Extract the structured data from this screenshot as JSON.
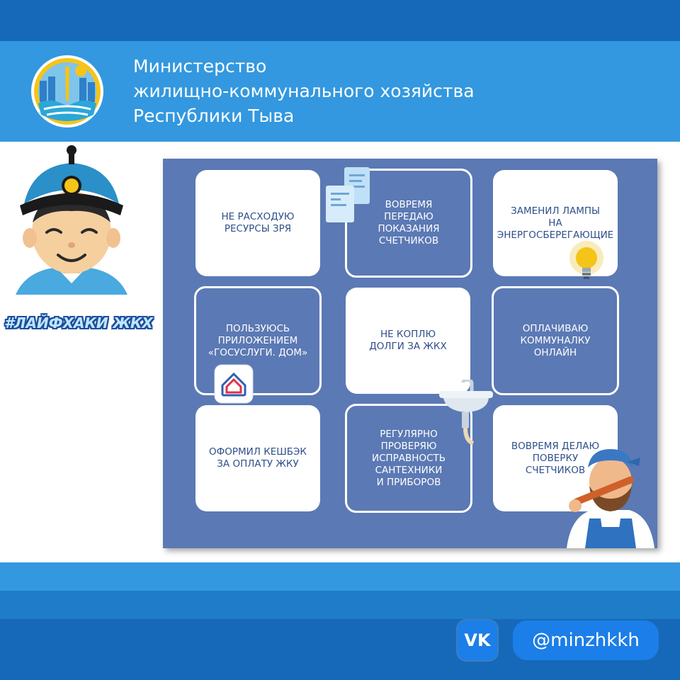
{
  "header": {
    "org_lines": [
      "Министерство",
      "жилищно-коммунального хозяйства",
      "Республики Тыва"
    ]
  },
  "mascot": {
    "hashtag": "#ЛАЙФХАКИ ЖКХ"
  },
  "cards": [
    {
      "text": "Не расходую\nресурсы зря",
      "style": "white"
    },
    {
      "text": "Вовремя\nпередаю\nпоказания\nсчетчиков",
      "style": "blue"
    },
    {
      "text": "Заменил лампы\nна энергосберегающие",
      "style": "white"
    },
    {
      "text": "Пользуюсь\nприложением\n«Госуслуги. Дом»",
      "style": "blue"
    },
    {
      "text": "Не коплю\nдолги за ЖКХ",
      "style": "white"
    },
    {
      "text": "Оплачиваю\nкоммуналку\nонлайн",
      "style": "blue"
    },
    {
      "text": "Оформил кешбэк\nза оплату ЖКУ",
      "style": "white"
    },
    {
      "text": "Регулярно\nпроверяю\nисправность\nсантехники\nи приборов",
      "style": "blue"
    },
    {
      "text": "Вовремя делаю\nповерку\nсчетчиков",
      "style": "white"
    }
  ],
  "footer": {
    "vk_label": "VK",
    "handle": "@minzhkkh"
  },
  "colors": {
    "header_dark": "#1669b8",
    "header_light": "#3398df",
    "panel": "#5b79b4",
    "card_text": "#2f4f8a"
  },
  "icons": [
    "emblem-icon",
    "mascot-icon",
    "documents-icon",
    "lightbulb-icon",
    "gosuslugi-dom-icon",
    "sink-icon",
    "plumber-icon",
    "vk-icon"
  ]
}
